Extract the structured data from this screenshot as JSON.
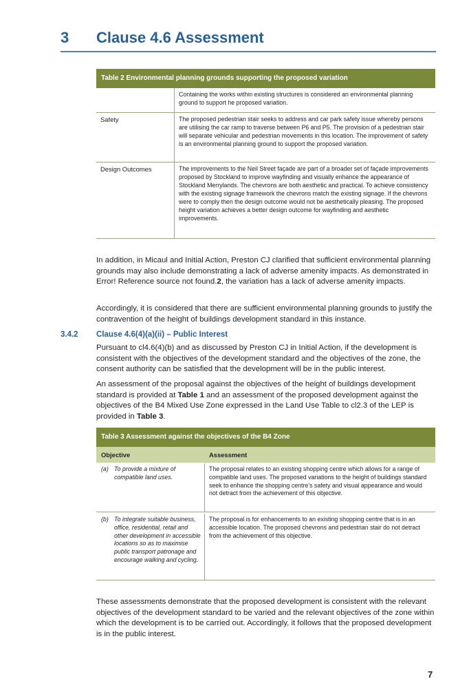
{
  "section": {
    "number": "3",
    "title": "Clause 4.6 Assessment"
  },
  "table2": {
    "caption": "Table 2  Environmental planning grounds supporting the proposed variation",
    "rows": [
      {
        "label": "",
        "text": "Containing the works within existing structures is considered an environmental planning ground to support he proposed variation."
      },
      {
        "label": "Safety",
        "text": "The proposed pedestrian stair seeks to address and car park safety issue whereby persons are utilising the car ramp to traverse between P6 and P5. The provision of a pedestrian stair will separate vehicular and pedestrian movements in this location. The improvement of safety is an environmental planning ground to support the proposed variation."
      },
      {
        "label": "Design Outcomes",
        "text": "The improvements to the Neil Street façade are part of a broader set of façade improvements proposed by Stockland to improve wayfinding and visually enhance the appearance of Stockland Merrylands. The chevrons are both aesthetic and practical. To achieve consistency with the existing signage framework the chevrons match the existing signage. If the chevrons were to comply then the design outcome would not be aesthetically pleasing. The proposed height variation achieves a better design outcome for wayfinding and aesthetic improvements."
      }
    ]
  },
  "paragraphs": {
    "p1": "In addition, in Micaul and Initial Action, Preston CJ clarified that sufficient environmental planning grounds may also include demonstrating a lack of adverse amenity impacts.  As demonstrated in Error! Reference source not found.",
    "p1_bold": "2",
    "p1_end": ", the variation has a lack of adverse amenity impacts.",
    "p2": "Accordingly, it is considered that there are sufficient environmental planning grounds to justify the contravention of the height of buildings development standard in this instance.",
    "p3": "Pursuant to cl4.6(4)(b) and as discussed by Preston CJ in Initial Action, if the development is consistent with the objectives of the development standard and the objectives of the zone, the consent authority can be satisfied that the development will be in the public interest.",
    "p4_a": "An assessment of the proposal against the objectives of the height of buildings development standard is provided at ",
    "p4_b": "Table 1",
    "p4_c": " and an assessment of the proposed development against the objectives of the B4 Mixed Use Zone expressed in the Land Use Table to cl2.3 of the LEP is provided in ",
    "p4_d": "Table 3",
    "p4_e": ".",
    "p5": "These assessments demonstrate that the proposed development is consistent with the relevant objectives of the development standard to be varied and the relevant objectives of the zone within which the development is to be carried out.  Accordingly, it follows that the proposed development is in the public interest."
  },
  "subsection": {
    "number": "3.4.2",
    "title": "Clause 4.6(4)(a)(ii) – Public Interest"
  },
  "table3": {
    "caption": "Table 3  Assessment against the objectives of the B4 Zone",
    "col_objective": "Objective",
    "col_assessment": "Assessment",
    "rows": [
      {
        "tag": "(a)",
        "objective": "To provide a mixture of compatible land uses.",
        "assessment": "The proposal relates to an existing shopping centre which allows for a range of compatible land uses. The proposed variations to the height of buildings standard seek to enhance the shopping centre’s safety and visual appearance and would not detract from the achievement of this objective."
      },
      {
        "tag": "(b)",
        "objective": "To integrate suitable business, office, residential, retail and other development in accessible locations so as to maximise public transport patronage and encourage walking and cycling.",
        "assessment": "The proposal is for enhancements to an existing shopping centre that is in an accessible location. The proposed chevrons and pedestrian stair do not detract from the achievement of this objective."
      }
    ]
  },
  "page_number": "7",
  "colors": {
    "heading": "#2a5f8f",
    "table_header": "#7a8a3a",
    "column_header": "#ccd6a5",
    "rule": "#3f8aa6"
  }
}
